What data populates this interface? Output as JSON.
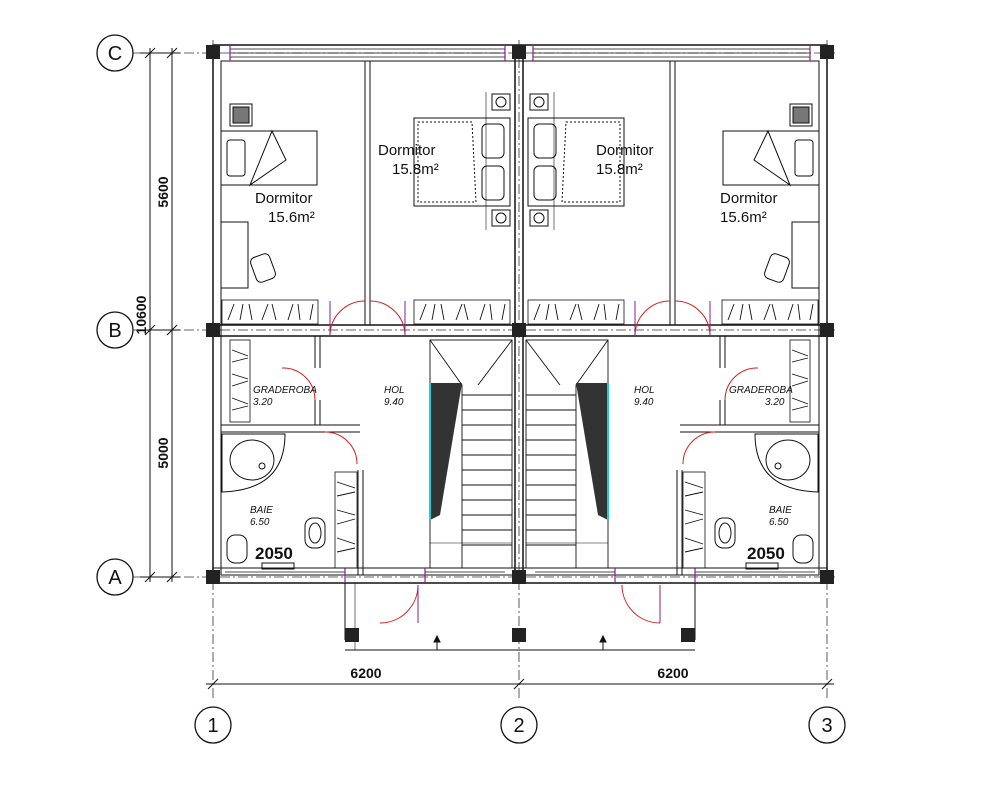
{
  "axes": {
    "rows": [
      "C",
      "B",
      "A"
    ],
    "cols": [
      "1",
      "2",
      "3"
    ]
  },
  "dimensions": {
    "vertical_top": "5600",
    "vertical_bottom": "5000",
    "vertical_total": "10600",
    "horizontal_left": "6200",
    "horizontal_right": "6200",
    "bath_left": "2050",
    "bath_right": "2050"
  },
  "rooms": {
    "bed_small_left": {
      "name": "Dormitor",
      "area": "15.6m²"
    },
    "bed_large_left": {
      "name": "Dormitor",
      "area": "15.8m²"
    },
    "bed_large_right": {
      "name": "Dormitor",
      "area": "15.8m²"
    },
    "bed_small_right": {
      "name": "Dormitor",
      "area": "15.6m²"
    },
    "wardrobe_left": {
      "name": "GRADEROBA",
      "area": "3.20"
    },
    "hall_left": {
      "name": "HOL",
      "area": "9.40"
    },
    "hall_right": {
      "name": "HOL",
      "area": "9.40"
    },
    "wardrobe_right": {
      "name": "GRADEROBA",
      "area": "3.20"
    },
    "bath_left": {
      "name": "BAIE",
      "area": "6.50"
    },
    "bath_right": {
      "name": "BAIE",
      "area": "6.50"
    }
  },
  "colors": {
    "line": "#111111",
    "door": "#d42020",
    "window": "#8a1f8a",
    "stair_edge": "#20c8d8",
    "column": "#222222"
  }
}
